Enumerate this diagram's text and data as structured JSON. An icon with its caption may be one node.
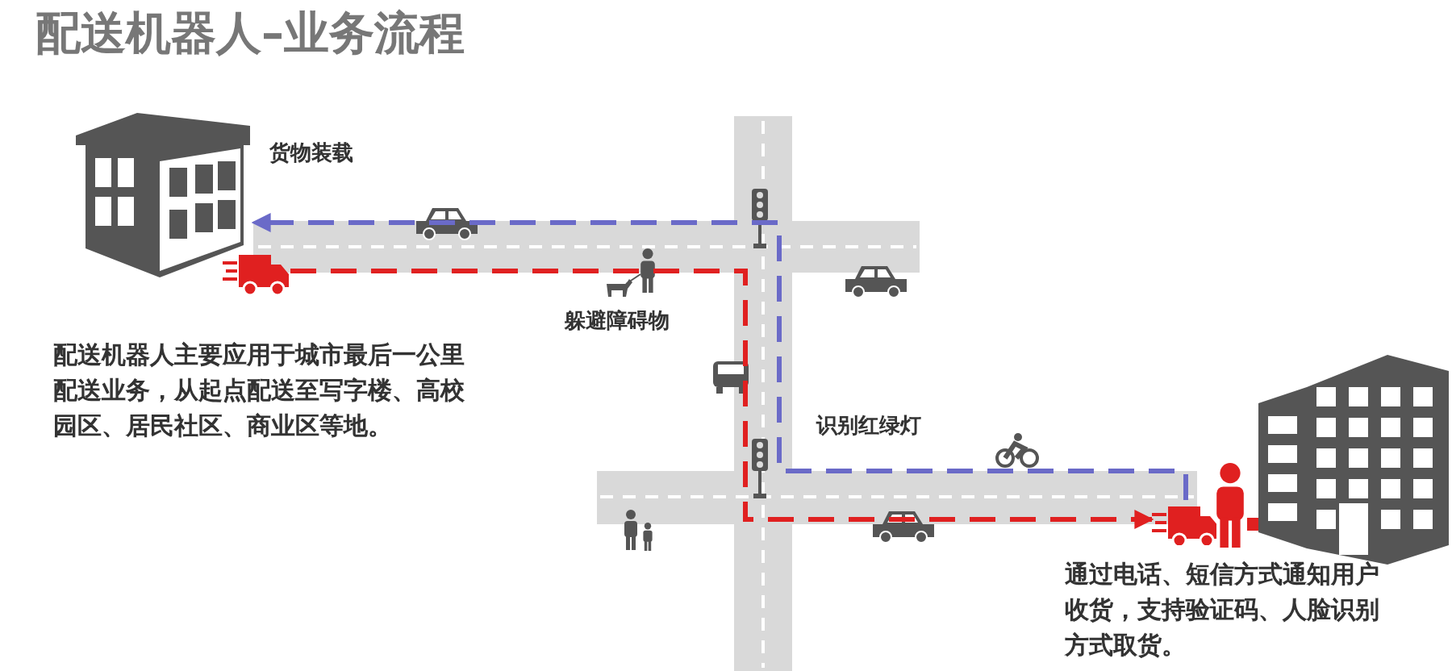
{
  "diagram": {
    "title": "配送机器人–业务流程",
    "nodes": [
      {
        "text": [],
        "shape": "picture"
      },
      {
        "text": [],
        "shape": "truck"
      },
      {
        "text": [],
        "shape": "truck"
      },
      {
        "text": [],
        "shape": "picture"
      }
    ],
    "edges": [
      {
        "from": 1,
        "to": 2,
        "arrow": "to",
        "style": "dashed",
        "color": "#e02020"
      },
      {
        "from": 2,
        "to": 0,
        "arrow": "to",
        "style": "dashed",
        "color": "#6a6ac8"
      }
    ],
    "labels": [
      "货物装载",
      "躲避障碍物",
      "识别红绿灯",
      "配送机器人主要应用于城市最后一公里配送业务，从起点配送至写字楼、高校园区、居民社区、商业区等地。",
      "通过电话、短信方式通知用户收货，支持验证码、人脸识别方式取货。"
    ]
  }
}
